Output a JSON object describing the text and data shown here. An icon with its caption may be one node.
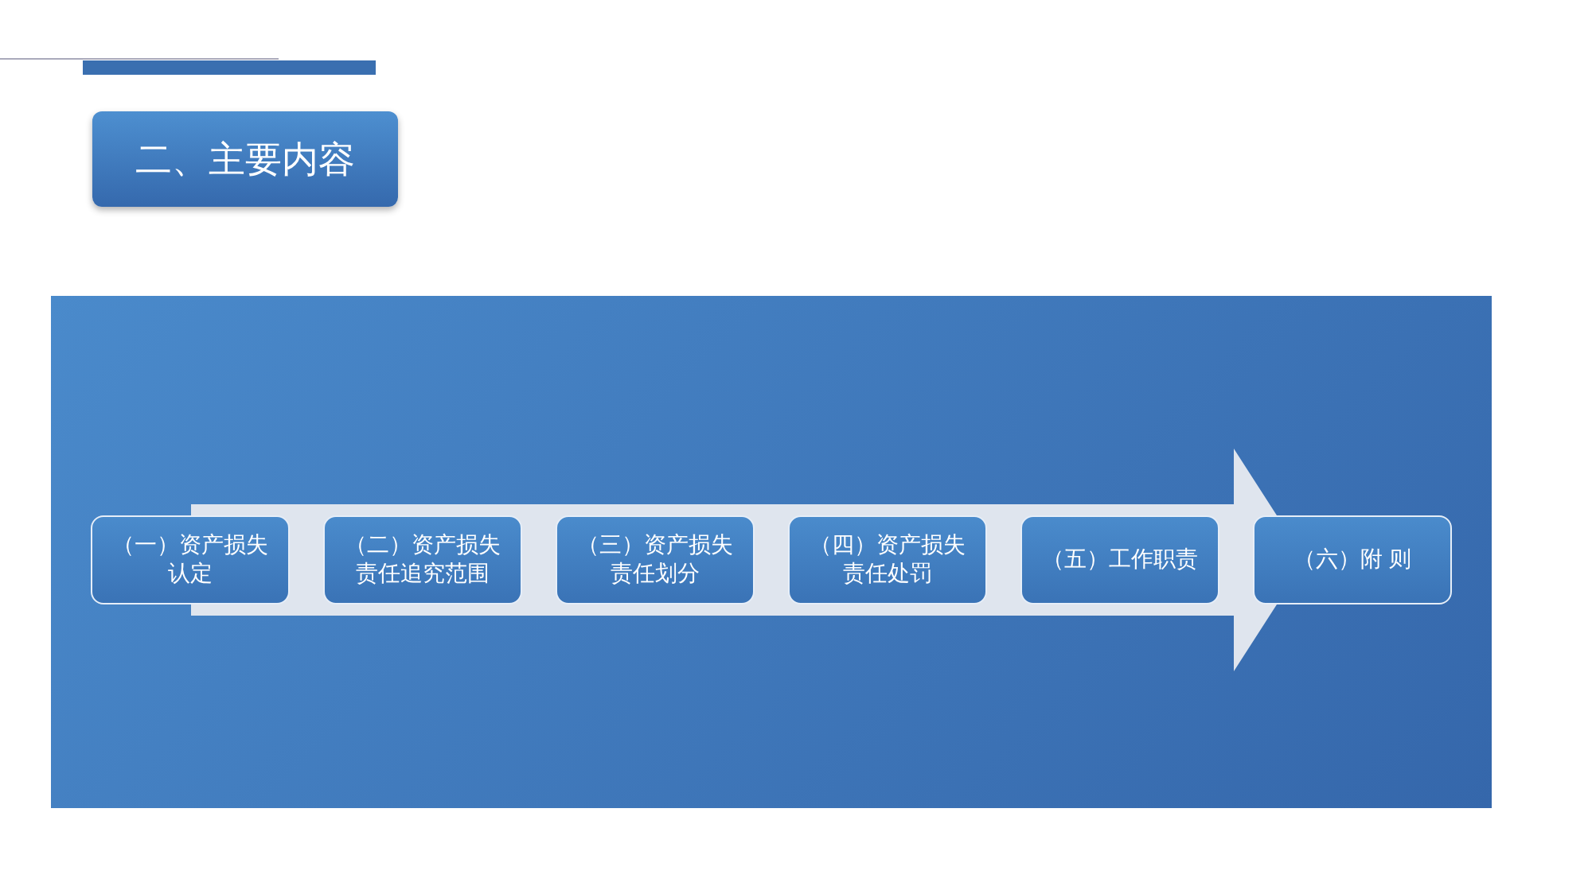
{
  "diagram": {
    "title": "二、主要内容",
    "nodes": [
      {
        "text": [
          "（一）资产损失认定"
        ]
      },
      {
        "text": [
          "（二）资产损失责任追究范围"
        ]
      },
      {
        "text": [
          "（三）资产损失责任划分"
        ]
      },
      {
        "text": [
          "（四）资产损失责任处罚"
        ]
      },
      {
        "text": [
          "（五）工作职责"
        ]
      },
      {
        "text": [
          "（六）附 则"
        ]
      }
    ]
  }
}
